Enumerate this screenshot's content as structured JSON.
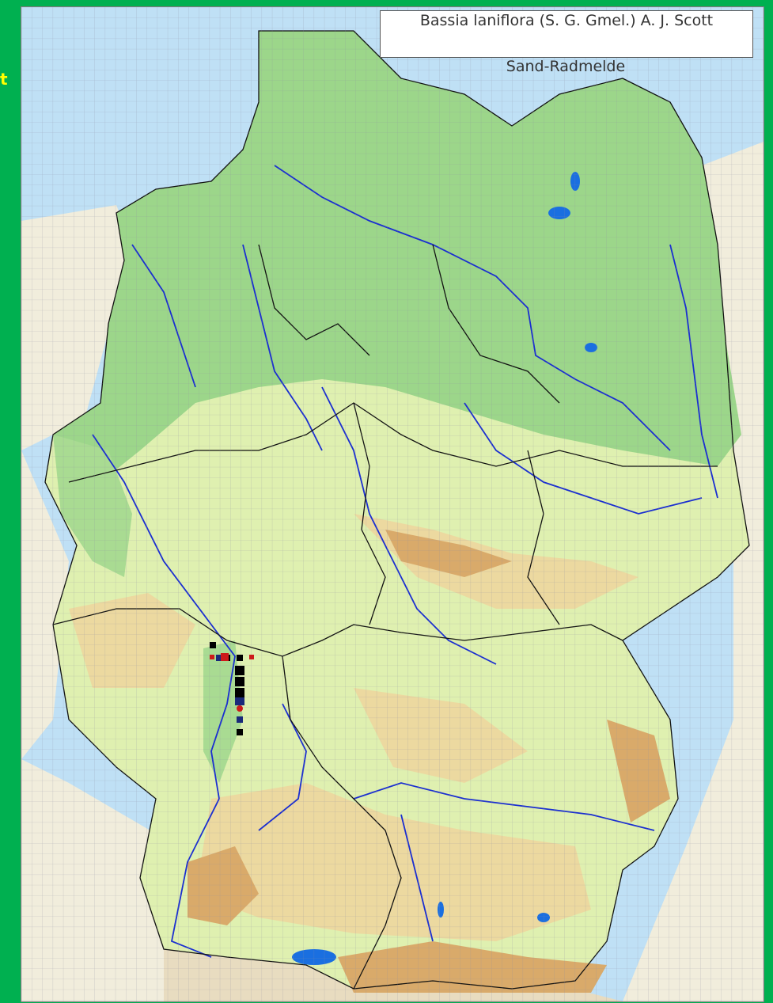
{
  "page": {
    "edge_text": "t",
    "edge_text_color": "#ffff00",
    "frame_color": "#00b050"
  },
  "legend": {
    "scientific_name": "Bassia laniflora (S. G. Gmel.) A. J. Scott",
    "common_name": "Sand-Radmelde"
  },
  "map": {
    "region": "Germany",
    "colors": {
      "sea": "#bfe0f5",
      "shallow_sea": "#9fd3f2",
      "lowland": "#9cd68a",
      "lowland_dark": "#86cc7a",
      "upland": "#dff0b0",
      "hills": "#ecd9a0",
      "mountains": "#d9aa6a",
      "foreign": "#f2ead6",
      "grid": "#8a8aa0",
      "river": "#1a2ed0",
      "lake": "#1a6fe0",
      "border": "#111111"
    },
    "markers": [
      {
        "status": "black",
        "color": "#000000",
        "count": 10
      },
      {
        "status": "red",
        "color": "#cc1a1a",
        "count": 6
      },
      {
        "status": "navy",
        "color": "#1a2a7a",
        "count": 3
      }
    ]
  }
}
